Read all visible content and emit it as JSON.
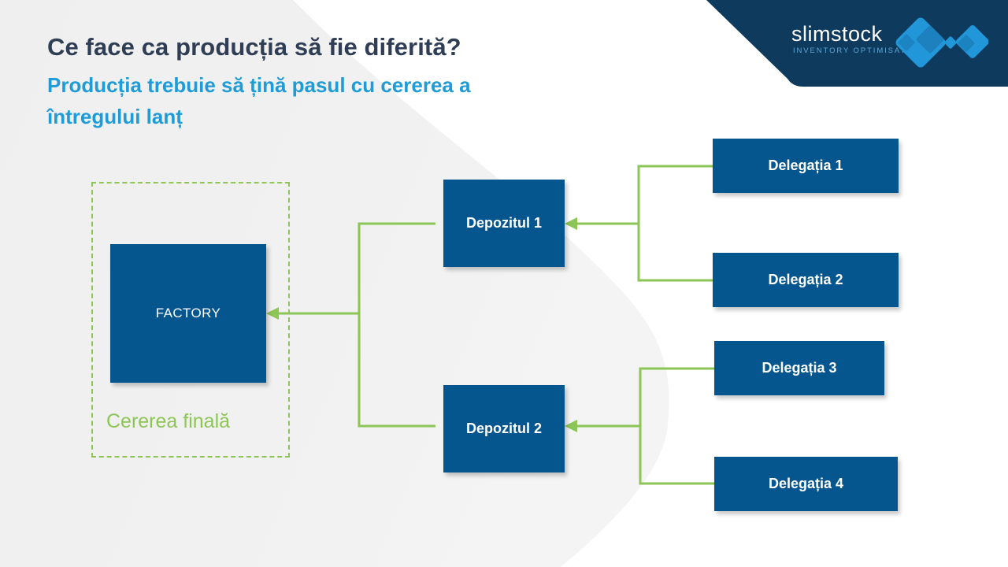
{
  "slide": {
    "title": "Ce face ca producția să fie diferită?",
    "subtitle": "Producția trebuie să țină pasul cu cererea a întregului lanț"
  },
  "brand": {
    "name": "slimstock",
    "tagline": "INVENTORY OPTIMISATION",
    "header_color": "#0E3A5E",
    "logo_accent": "#2196D8"
  },
  "colors": {
    "node_blue": "#05558F",
    "connector_green": "#8DC556",
    "title_dark": "#2F3E55",
    "subtitle_blue": "#1F9CD8",
    "background_grey": "#F1F1F1",
    "slide_white": "#FFFFFF"
  },
  "diagram": {
    "type": "flow",
    "direction": "right-to-left",
    "factory": {
      "label": "FACTORY"
    },
    "demand_zone": {
      "label": "Cererea finală"
    },
    "warehouses": [
      {
        "label": "Depozitul 1"
      },
      {
        "label": "Depozitul 2"
      }
    ],
    "branches": [
      {
        "label": "Delegația 1"
      },
      {
        "label": "Delegația 2"
      },
      {
        "label": "Delegația 3"
      },
      {
        "label": "Delegația 4"
      }
    ],
    "edges": [
      {
        "from": "Delegația 1",
        "to": "Depozitul 1"
      },
      {
        "from": "Delegația 2",
        "to": "Depozitul 1"
      },
      {
        "from": "Delegația 3",
        "to": "Depozitul 2"
      },
      {
        "from": "Delegația 4",
        "to": "Depozitul 2"
      },
      {
        "from": "Depozitul 1",
        "to": "FACTORY"
      },
      {
        "from": "Depozitul 2",
        "to": "FACTORY"
      }
    ]
  }
}
